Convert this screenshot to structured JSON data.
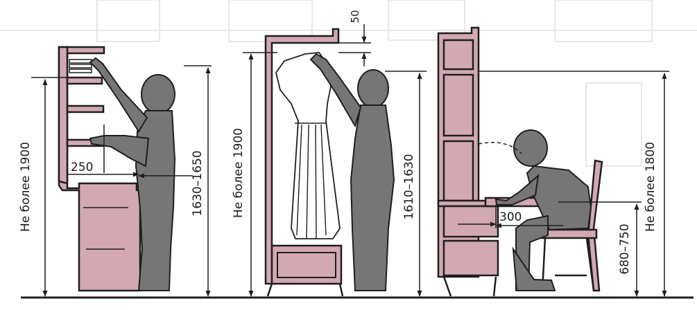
{
  "colors": {
    "furniture_fill": "#d2a8b2",
    "figure_fill": "#767676",
    "line": "#1e1e1e",
    "background": "#ffffff"
  },
  "left_group": {
    "vertical_label": "Не более 1900",
    "reach_label": "1630–1650",
    "depth_label": "250"
  },
  "middle_group": {
    "vertical_label": "Не более 1900",
    "reach_label": "1610–1630",
    "top_label": "50"
  },
  "right_group": {
    "vertical_label": "Не более 1800",
    "desk_height_label": "680–750",
    "depth_label": "300"
  }
}
